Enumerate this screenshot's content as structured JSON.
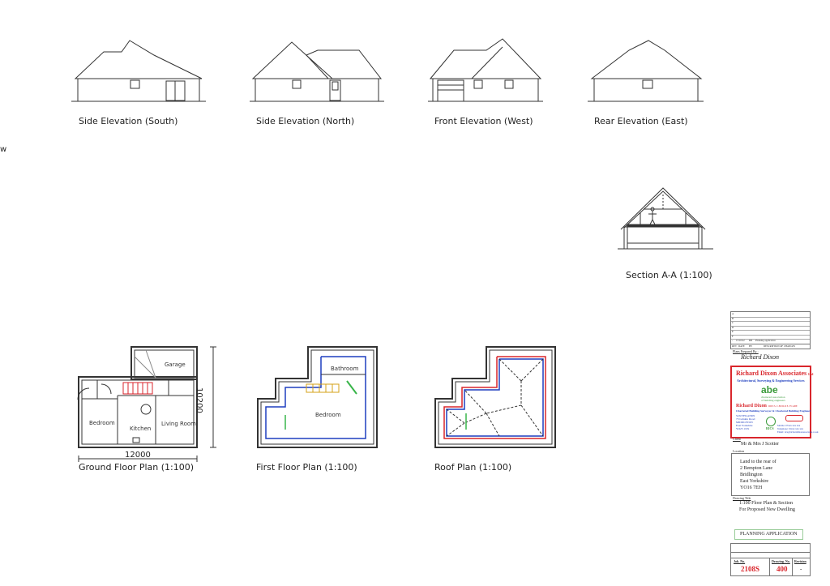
{
  "elevations": {
    "south": "Side Elevation (South)",
    "north": "Side Elevation (North)",
    "west": "Front Elevation (West)",
    "east": "Rear Elevation (East)"
  },
  "section_label": "Section A-A  (1:100)",
  "plans": {
    "ground": "Ground Floor Plan (1:100)",
    "first": "First Floor Plan (1:100)",
    "roof": "Roof Plan (1:100)"
  },
  "rooms": {
    "garage": "Garage",
    "bedroom_ground": "Bedroom",
    "kitchen": "Kitchen",
    "living": "Living Room",
    "bathroom": "Bathroom",
    "bedroom_first": "Bedroom"
  },
  "dimensions": {
    "width": "12000",
    "depth": "10200"
  },
  "title_block": {
    "revision_rows": [
      {
        "rev": "A",
        "date": "",
        "by": "",
        "desc": ""
      },
      {
        "rev": "B",
        "date": "",
        "by": "",
        "desc": ""
      },
      {
        "rev": "C",
        "date": "",
        "by": "",
        "desc": ""
      },
      {
        "rev": "D",
        "date": "",
        "by": "",
        "desc": ""
      },
      {
        "rev": "E",
        "date": "",
        "by": "",
        "desc": ""
      },
      {
        "rev": "F",
        "date": "",
        "by": "",
        "desc": ""
      },
      {
        "rev": "-",
        "date": "15/10/22",
        "by": "RD",
        "desc": "Planning application"
      }
    ],
    "rev_headers": [
      "REV",
      "DATE",
      "BY",
      "DESCRIPTION OF CHANGES"
    ],
    "prepared_by_label": "Plans Prepared By :",
    "prepared_by": "Richard Dixon",
    "company": "Richard Dixon Associates",
    "company_suffix": "Ltd",
    "company_tagline": "Architectural, Surveying & Engineering Services",
    "abe_logo": "abe",
    "abe_sub1": "chartered association",
    "abe_sub2": "of building engineers",
    "person_name": "Richard Dixon",
    "person_quals": "DIPCS. C.BUILD E. FCABE",
    "person_title": "Chartered Building Surveyor & Chartered Building Engineer",
    "address_lines": [
      "SOUTHLANDS",
      "73 Grinkle Road",
      "MIDDLETON",
      "East Yorkshire",
      "YO25 1XX"
    ],
    "rics": "RICS",
    "contact_lines": [
      "Mobile: 07xxx xxx xxx",
      "Telephone: 01xxx xxx xxx",
      "Email: rics@richarddixonassociates.co.uk"
    ],
    "client_label": "Client",
    "client": "Mr & Mrs J Scotter",
    "location_label": "Location",
    "location_lines": [
      "Land to the rear of",
      "2 Bempton Lane",
      "Bridlington",
      "East Yorkshire",
      "YO16 7EH"
    ],
    "drawing_title_label": "Drawing Title",
    "drawing_title_lines": [
      "1:100 Floor Plan & Section",
      "For Proposed New Dwelling"
    ],
    "status": "PLANNING APPLICATION",
    "job_no_label": "Job. No.",
    "drawing_no_label": "Drawing. No.",
    "revision_label": "Revision",
    "job_no": "2108S",
    "drawing_no": "400",
    "revision": "-"
  },
  "edge_fragment": "w",
  "colors": {
    "line": "#333333",
    "blue": "#1f3fbf",
    "green": "#39b54a",
    "red": "#d9262c",
    "abe_green": "#3a9a3a"
  }
}
